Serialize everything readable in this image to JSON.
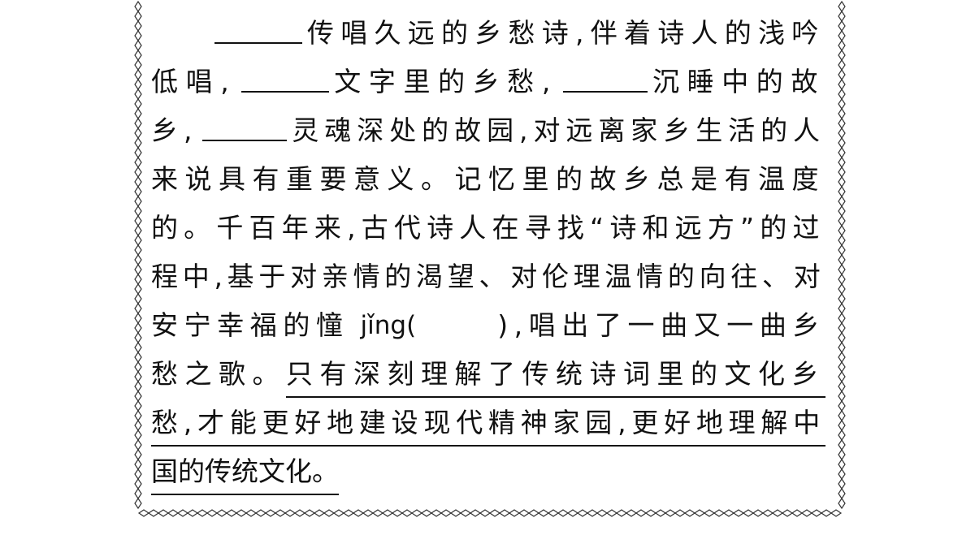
{
  "passage": {
    "l1": {
      "a": "传唱久远的乡愁诗,伴着诗人的浅吟"
    },
    "l2": {
      "a": "低唱,",
      "b": "文字里的乡愁,",
      "c": "沉睡中的故"
    },
    "l3": {
      "a": "乡,",
      "b": "灵魂深处的故园,对远离家乡生活的人"
    },
    "l4": {
      "a": "来说具有重要意义。记忆里的故乡总是有温度"
    },
    "l5": {
      "a": "的。千百年来,古代诗人在寻找“诗和远方”的过"
    },
    "l6": {
      "a": "程中,基于对亲情的渴望、对伦理温情的向往、对"
    },
    "l7": {
      "a": "安宁幸福的憧",
      "pinyin": "jǐng(",
      "close": "),唱出了一曲又一曲乡"
    },
    "l8": {
      "a": "愁之歌。",
      "u": "只有深刻理解了传统诗词里的文化乡"
    },
    "l9": {
      "u": "愁,才能更好地建设现代精神家园,更好地理解中"
    },
    "l10": {
      "u": "国的传统文化。"
    }
  }
}
